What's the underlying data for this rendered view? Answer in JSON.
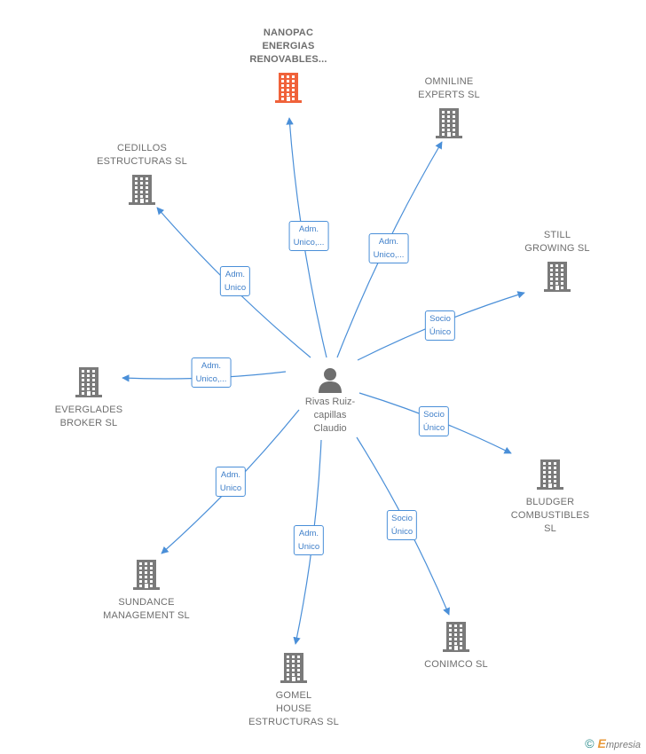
{
  "person": {
    "name_lines": "Rivas Ruiz-\ncapillas\nClaudio",
    "icon": "person-icon"
  },
  "companies": [
    {
      "id": "nanopac",
      "label": "NANOPAC\nENERGIAS\nRENOVABLES...",
      "highlight": true,
      "color": "#f0623a"
    },
    {
      "id": "omniline",
      "label": "OMNILINE\nEXPERTS  SL",
      "highlight": false,
      "color": "#7a7a7a"
    },
    {
      "id": "cedillos",
      "label": "CEDILLOS\nESTRUCTURAS SL",
      "highlight": false,
      "color": "#7a7a7a"
    },
    {
      "id": "still",
      "label": "STILL\nGROWING  SL",
      "highlight": false,
      "color": "#7a7a7a"
    },
    {
      "id": "everglades",
      "label": "EVERGLADES\nBROKER  SL",
      "highlight": false,
      "color": "#7a7a7a"
    },
    {
      "id": "bludger",
      "label": "BLUDGER\nCOMBUSTIBLES\nSL",
      "highlight": false,
      "color": "#7a7a7a"
    },
    {
      "id": "sundance",
      "label": "SUNDANCE\nMANAGEMENT SL",
      "highlight": false,
      "color": "#7a7a7a"
    },
    {
      "id": "conimco",
      "label": "CONIMCO SL",
      "highlight": false,
      "color": "#7a7a7a"
    },
    {
      "id": "gomel",
      "label": "GOMEL\nHOUSE\nESTRUCTURAS SL",
      "highlight": false,
      "color": "#7a7a7a"
    }
  ],
  "relations": [
    {
      "to": "nanopac",
      "label": "Adm.\nUnico,..."
    },
    {
      "to": "omniline",
      "label": "Adm.\nUnico,..."
    },
    {
      "to": "cedillos",
      "label": "Adm.\nUnico"
    },
    {
      "to": "still",
      "label": "Socio\nÚnico"
    },
    {
      "to": "everglades",
      "label": "Adm.\nUnico,..."
    },
    {
      "to": "bludger",
      "label": "Socio\nÚnico"
    },
    {
      "to": "sundance",
      "label": "Adm.\nUnico"
    },
    {
      "to": "conimco",
      "label": "Socio\nÚnico"
    },
    {
      "to": "gomel",
      "label": "Adm.\nUnico"
    }
  ],
  "colors": {
    "edge": "#4a8fd8",
    "building": "#7a7a7a",
    "highlight": "#f0623a"
  },
  "footer": {
    "copyright": "©",
    "brand_initial": "E",
    "brand_rest": "mpresia"
  }
}
